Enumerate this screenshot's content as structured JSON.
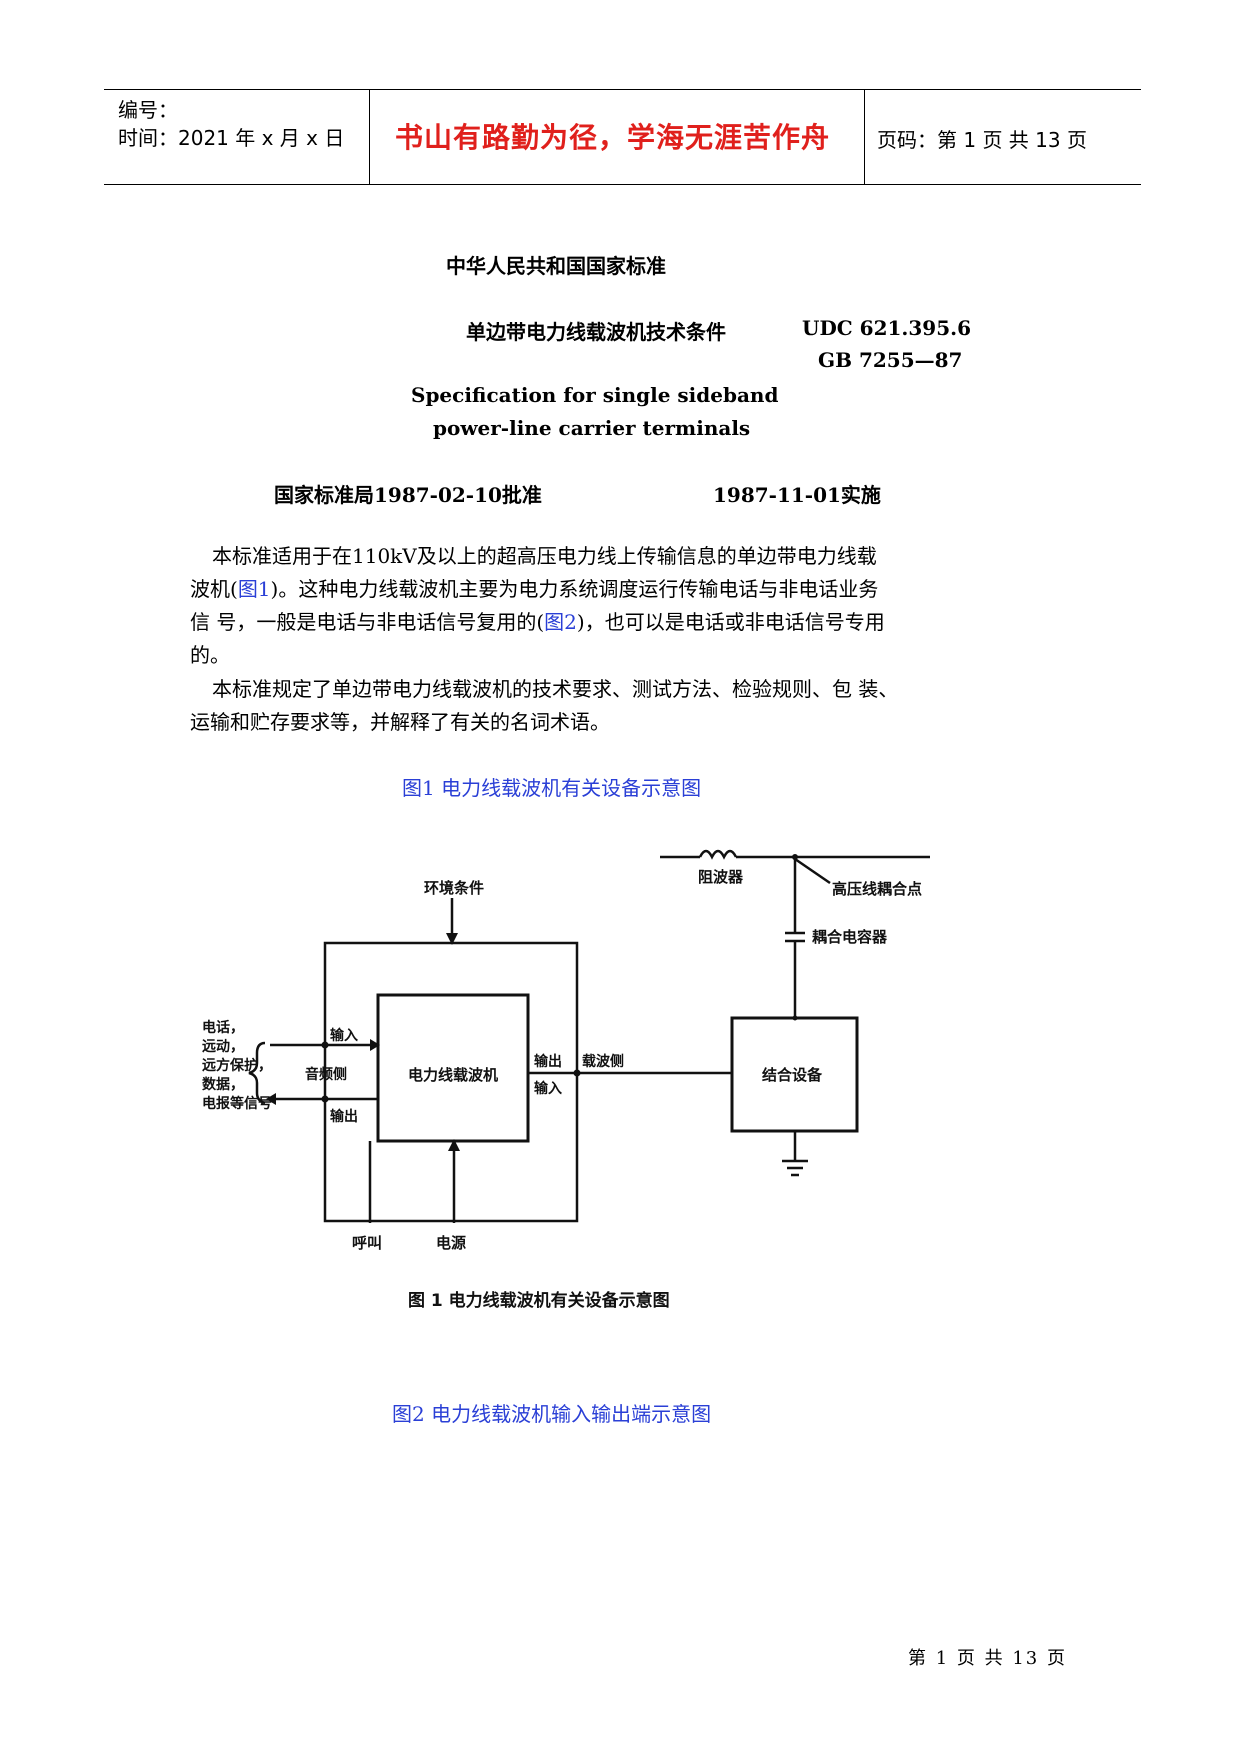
{
  "header": {
    "serial_label": "编号：",
    "time_label": "时间：2021 年 x 月 x 日",
    "motto": "书山有路勤为径，学海无涯苦作舟",
    "page_info": "页码：第 1 页  共 13 页"
  },
  "document": {
    "national_standard": "中华人民共和国国家标准",
    "title_cn": "单边带电力线载波机技术条件",
    "udc": "UDC 621.395.6",
    "gb": "GB 7255—87",
    "title_en_line1": "Specification for single sideband",
    "title_en_line2": "power-line carrier terminals",
    "approved": "国家标准局1987-02-10批准",
    "effective": "1987-11-01实施"
  },
  "body": {
    "p1_l1": "本标准适用于在110kV及以上的超高压电力线上传输信息的单边带电力线载",
    "p1_l2_a": "波机(",
    "p1_l2_link": "图1",
    "p1_l2_b": ")。这种电力线载波机主要为电力系统调度运行传输电话与非电话业务",
    "p1_l3_a": "信  号，一般是电话与非电话信号复用的(",
    "p1_l3_link": "图2",
    "p1_l3_b": ")，也可以是电话或非电话信号专用",
    "p1_l4": "的。",
    "p2_l1": "本标准规定了单边带电力线载波机的技术要求、测试方法、检验规则、包  装、",
    "p2_l2": "运输和贮存要求等，并解释了有关的名词术语。"
  },
  "figure1": {
    "caption_link": "图1  电力线载波机有关设备示意图",
    "labels": {
      "env": "环境条件",
      "wave_trap": "阻波器",
      "hv_point": "高压线耦合点",
      "coupling_cap": "耦合电容器",
      "signals_1": "电话，",
      "signals_2": "远动，",
      "signals_3": "远方保护，",
      "signals_4": "数据，",
      "signals_5": "电报等信号",
      "input": "输入",
      "output": "输出",
      "audio_side": "音频侧",
      "plc_unit": "电力线载波机",
      "out2": "输出",
      "in2": "输入",
      "carrier_side": "载波侧",
      "coupling_device": "结合设备",
      "call": "呼叫",
      "power": "电源"
    },
    "caption_image": "图 1    电力线载波机有关设备示意图"
  },
  "figure2": {
    "caption_link": "图2  电力线载波机输入输出端示意图"
  },
  "footer": {
    "page": "第 1 页 共 13 页"
  }
}
